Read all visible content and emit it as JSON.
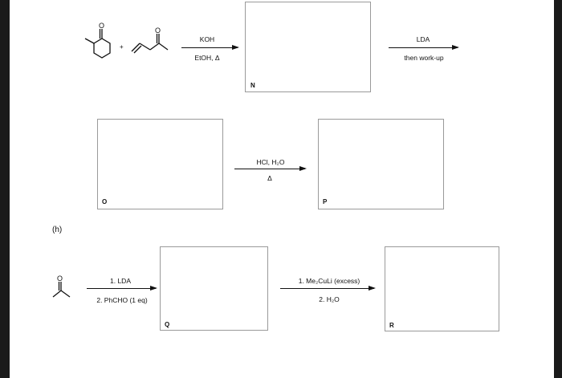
{
  "colors": {
    "background": "#ffffff",
    "edge": "#1a1a1a",
    "box_border": "#9a9a9a",
    "ink": "#111111"
  },
  "reaction1": {
    "plus": "+",
    "step1": {
      "top": "KOH",
      "bottom": "EtOH, Δ"
    },
    "box_label": "N",
    "step2": {
      "top": "LDA",
      "bottom": "then work-up"
    }
  },
  "reaction2": {
    "box1_label": "O",
    "step": {
      "top": "HCl, H₂O",
      "bottom": "Δ"
    },
    "box2_label": "P"
  },
  "part_h": {
    "part_label": "(h)",
    "step1": {
      "top": "1. LDA",
      "bottom": "2. PhCHO (1 eq)"
    },
    "box1_label": "Q",
    "step2": {
      "top": "1. Me₂CuLi (excess)",
      "bottom": "2. H₂O"
    },
    "box2_label": "R"
  }
}
